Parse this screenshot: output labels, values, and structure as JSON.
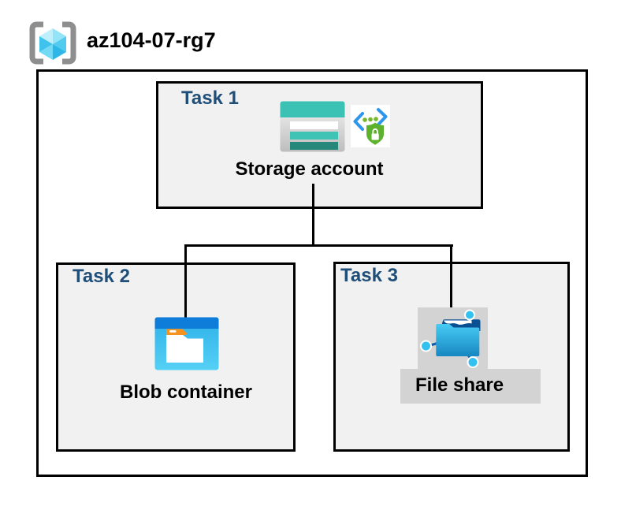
{
  "diagram": {
    "resource_group": {
      "name": "az104-07-rg7",
      "icon": "resource-group-icon"
    },
    "tasks": [
      {
        "label": "Task 1",
        "item": "Storage account",
        "icons": [
          "storage-account-icon",
          "shared-access-signature-icon"
        ]
      },
      {
        "label": "Task 2",
        "item": "Blob container",
        "icons": [
          "blob-container-icon"
        ]
      },
      {
        "label": "Task 3",
        "item": "File share",
        "icons": [
          "file-share-icon"
        ]
      }
    ],
    "connections": [
      {
        "from": "Storage account",
        "to": "Blob container"
      },
      {
        "from": "Storage account",
        "to": "File share"
      }
    ],
    "colors": {
      "task_label": "#1F4E79",
      "box_fill": "#F1F1F1",
      "outline": "#000000",
      "file_share_backdrop": "#D3D3D3",
      "storage_teal": "#3BC2B4",
      "blob_blue": "#0E7CD9",
      "file_share_cyan": "#33C1EF",
      "sas_green": "#5CB22C"
    }
  }
}
